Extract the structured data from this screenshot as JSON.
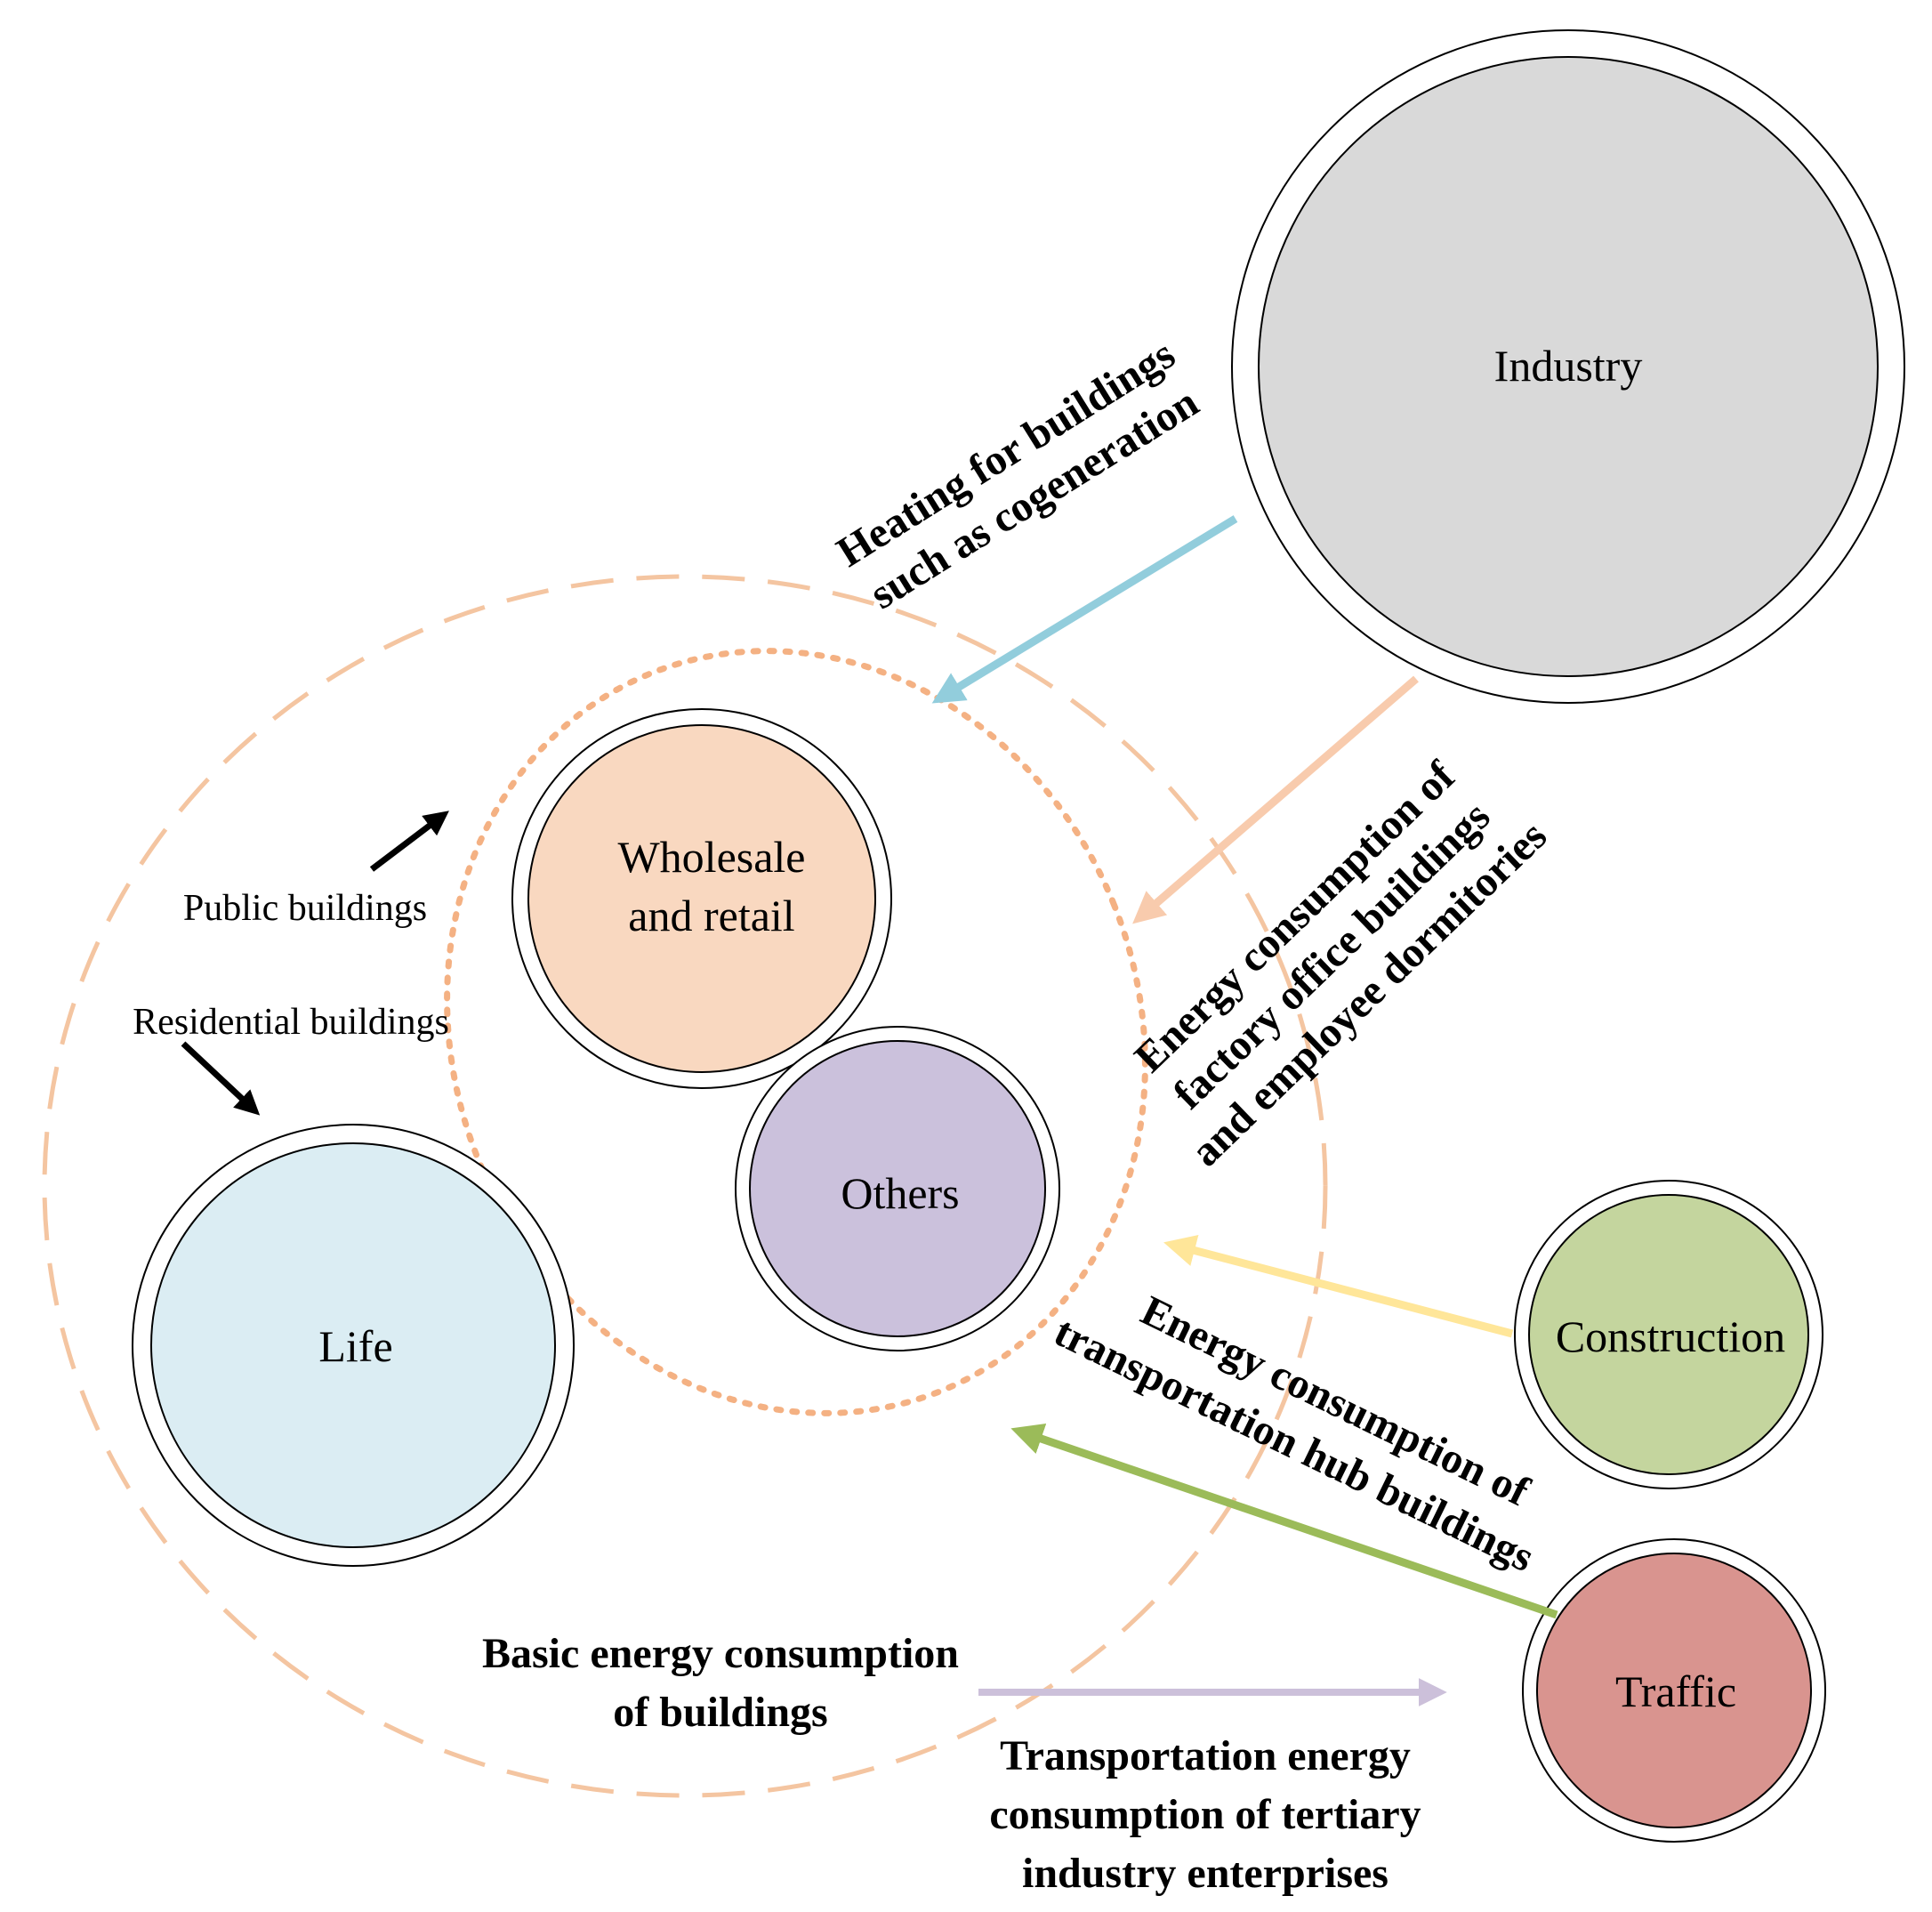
{
  "nodes": {
    "industry": {
      "label": "Industry",
      "color": "#d9d9d9"
    },
    "wholesale": {
      "label_line1": "Wholesale",
      "label_line2": "and retail",
      "color": "#f9d8c0"
    },
    "others": {
      "label": "Others",
      "color": "#cbc1dc"
    },
    "life": {
      "label": "Life",
      "color": "#dbedf3"
    },
    "construction": {
      "label": "Construction",
      "color": "#c4d59e"
    },
    "traffic": {
      "label": "Traffic",
      "color": "#d9948f"
    }
  },
  "boundaries": {
    "outer_color": "#f4c5a1",
    "inner_color": "#f4b183"
  },
  "pointer_labels": {
    "public_buildings": "Public buildings",
    "residential_buildings": "Residential buildings"
  },
  "flows": {
    "heating": {
      "line1": "Heating for buildings",
      "line2": "such as cogeneration",
      "color": "#92cddc"
    },
    "factory": {
      "line1": "Energy consumption of",
      "line2": "factory office buildings",
      "line3": "and employee dormitories",
      "color": "#f8cbad"
    },
    "construction": {
      "color": "#ffe699"
    },
    "transport_hub": {
      "line1": "Energy consumption of",
      "line2": "transportation hub buildings",
      "color": "#9bbb59"
    },
    "basic": {
      "line1": "Basic energy consumption",
      "line2": "of buildings"
    },
    "legend_arrow": {
      "line1": "Transportation energy",
      "line2": "consumption of tertiary",
      "line3": "industry enterprises",
      "color": "#ccc0da"
    }
  }
}
